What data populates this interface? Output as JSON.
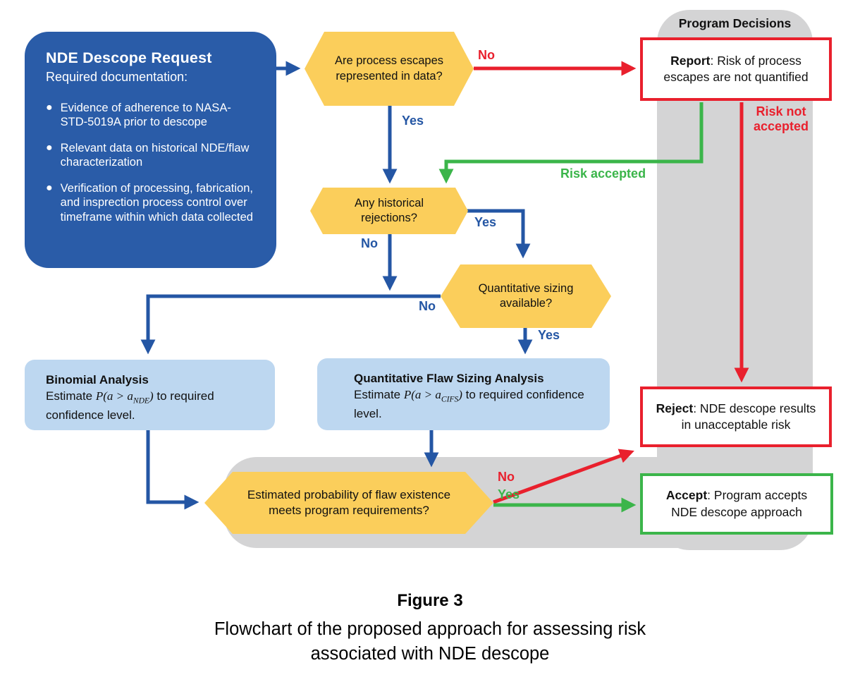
{
  "program_decisions_label": "Program Decisions",
  "request_box": {
    "title": "NDE Descope Request",
    "subtitle": "Required documentation:",
    "bullets": [
      "Evidence of adherence to NASA-STD-5019A prior to descope",
      "Relevant data on historical NDE/flaw characterization",
      "Verification of processing, fabrication, and insprection process control over timeframe within which data collected"
    ],
    "bullet_glyph": "●"
  },
  "decisions": {
    "process_escapes": "Are process escapes represented in data?",
    "historical_rejections": "Any historical rejections?",
    "quantitative_sizing": "Quantitative sizing available?",
    "flaw_probability": "Estimated probability of flaw existence meets program requirements?"
  },
  "analysis_boxes": {
    "binomial": {
      "title": "Binomial Analysis",
      "estimate_prefix": "Estimate ",
      "formula_main": "P(a > a",
      "formula_sub": "NDE",
      "formula_close": ")",
      "estimate_suffix": " to required confidence level."
    },
    "quantitative": {
      "title": "Quantitative Flaw Sizing Analysis",
      "estimate_prefix": "Estimate ",
      "formula_main": "P(a > a",
      "formula_sub": "CIFS",
      "formula_close": ")",
      "estimate_suffix": " to required confidence level."
    }
  },
  "outcomes": {
    "report": {
      "keyword": "Report",
      "rest": ": Risk of process escapes are not quantified"
    },
    "reject": {
      "keyword": "Reject",
      "rest": ": NDE descope results in unacceptable risk"
    },
    "accept": {
      "keyword": "Accept",
      "rest": ": Program accepts NDE descope approach"
    }
  },
  "edge_labels": {
    "no": "No",
    "yes": "Yes",
    "risk_accepted": "Risk accepted",
    "risk_not_accepted": "Risk not accepted"
  },
  "caption": {
    "figure_label": "Figure 3",
    "line1": "Flowchart of the proposed approach for assessing risk",
    "line2": "associated with NDE descope"
  },
  "colors": {
    "node_blue": "#2a5ca8",
    "hex_yellow": "#fbce5b",
    "analysis_light_blue": "#bdd7f0",
    "background_gray": "#d4d4d5",
    "flow_red": "#e9202d",
    "flow_green": "#3bb54a",
    "flow_blue": "#2456a4"
  }
}
